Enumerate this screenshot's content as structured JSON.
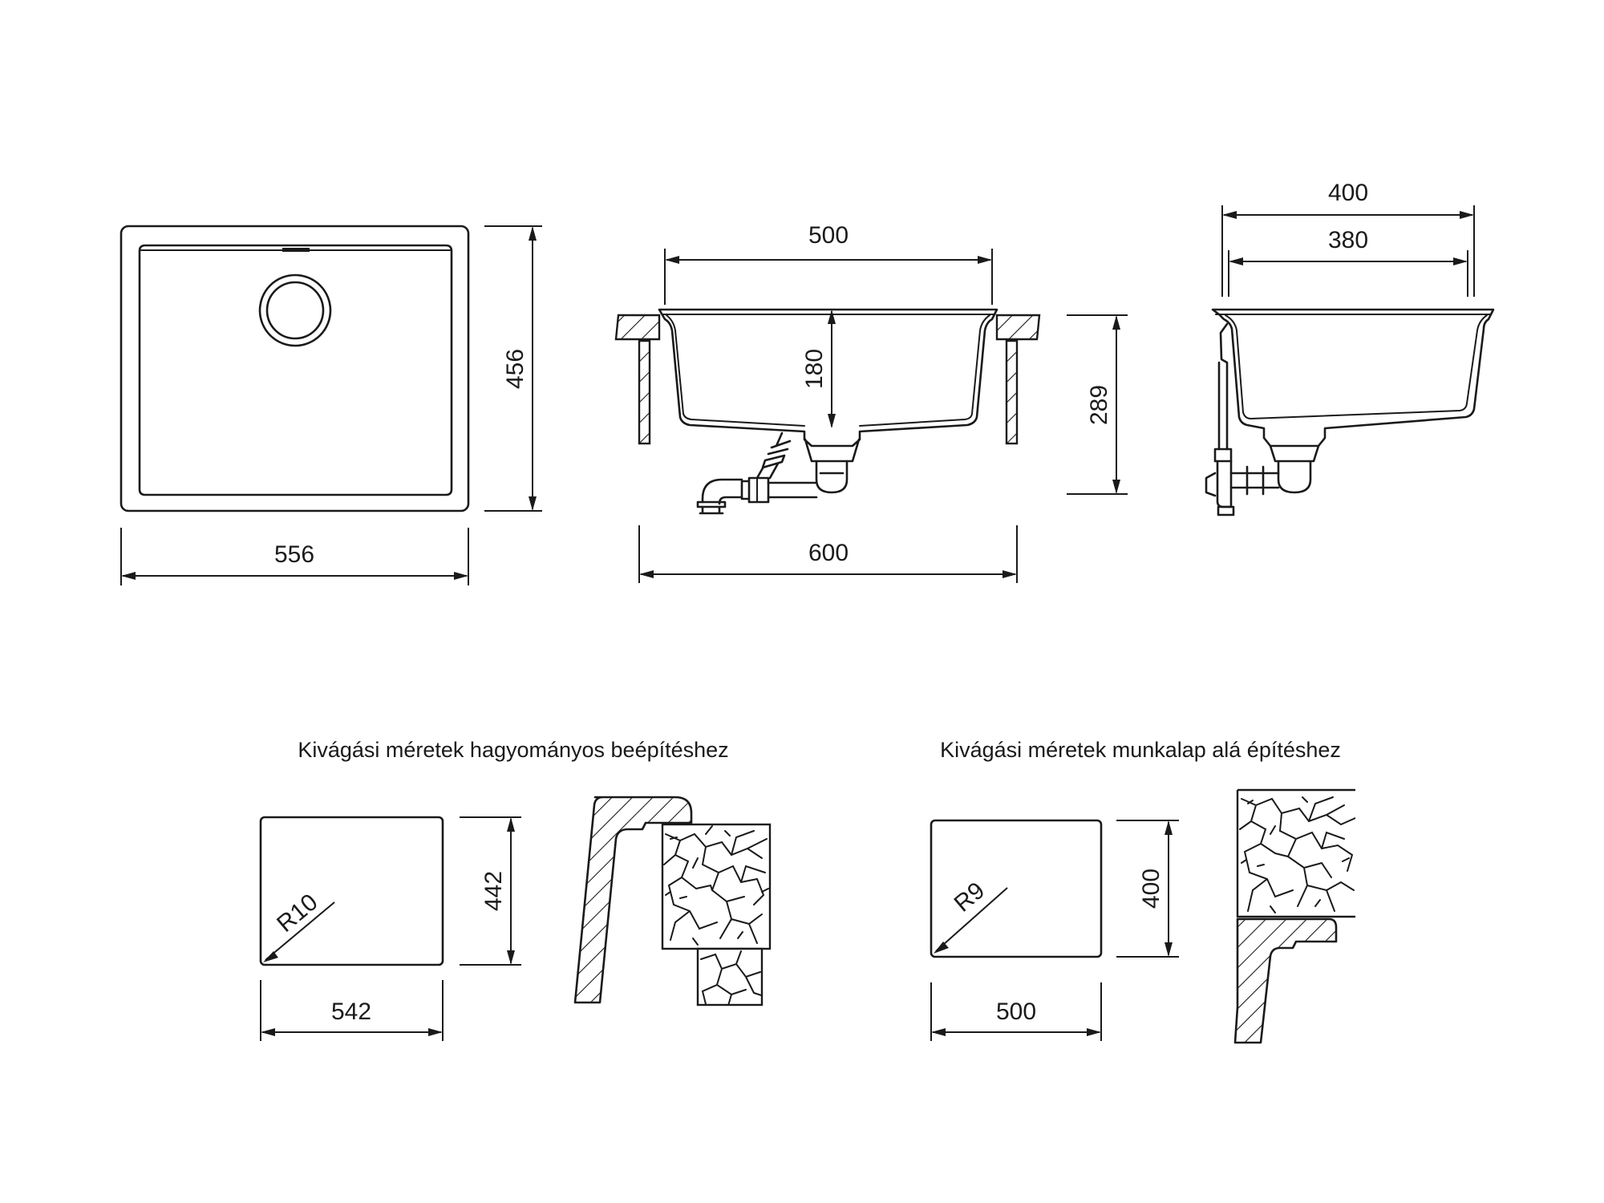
{
  "top_view": {
    "width_label": "556",
    "height_label": "456"
  },
  "front_view": {
    "inner_width_label": "500",
    "outer_width_label": "600",
    "depth_label": "180",
    "height_label": "289"
  },
  "side_view": {
    "outer_width_label": "400",
    "inner_width_label": "380"
  },
  "cutout_standard": {
    "caption": "Kivágási méretek hagyományos beépítéshez",
    "width_label": "542",
    "height_label": "442",
    "radius_label": "R10"
  },
  "cutout_undermount": {
    "caption": "Kivágási méretek munkalap alá építéshez",
    "width_label": "500",
    "height_label": "400",
    "radius_label": "R9"
  }
}
